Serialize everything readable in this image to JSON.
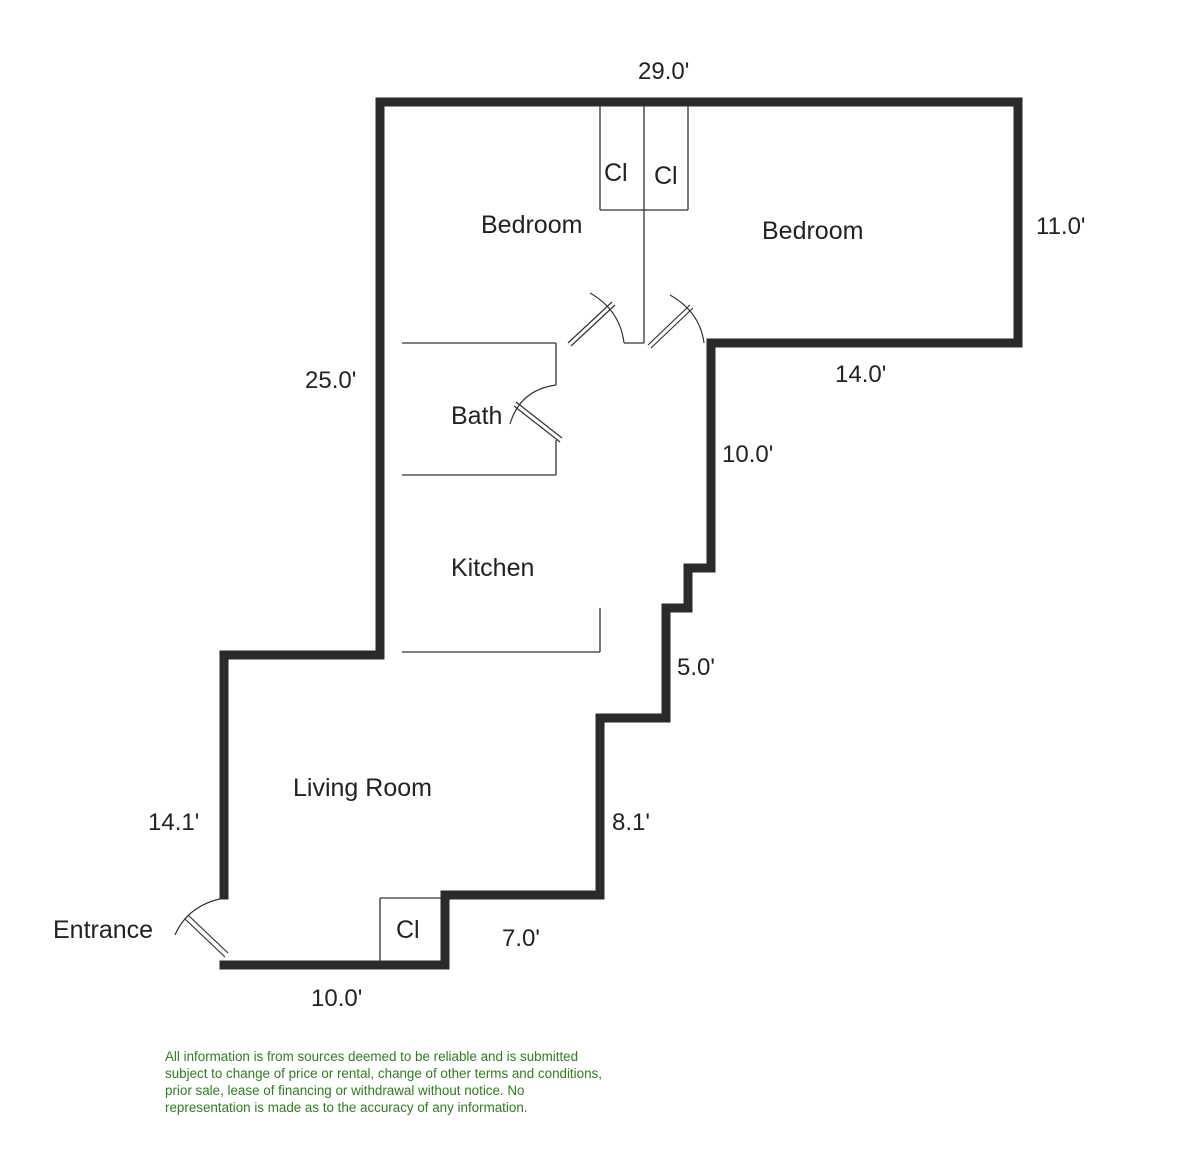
{
  "rooms": {
    "bedroom_left": "Bedroom",
    "bedroom_right": "Bedroom",
    "closet_1": "Cl",
    "closet_2": "Cl",
    "closet_3": "Cl",
    "bath": "Bath",
    "kitchen": "Kitchen",
    "living_room": "Living Room",
    "entrance": "Entrance"
  },
  "dimensions": {
    "top": "29.0'",
    "right_bedroom": "11.0'",
    "left": "25.0'",
    "bedroom_bottom": "14.0'",
    "right_upper": "10.0'",
    "right_middle": "5.0'",
    "right_lower": "8.1'",
    "living_left": "14.1'",
    "bottom_step": "7.0'",
    "bottom": "10.0'"
  },
  "disclaimer": "All information is from sources deemed to be reliable and is submitted\nsubject to change of price or rental, change of other terms and conditions,\nprior sale, lease of financing or withdrawal without notice.  No\nrepresentation is made as to the accuracy of any information."
}
